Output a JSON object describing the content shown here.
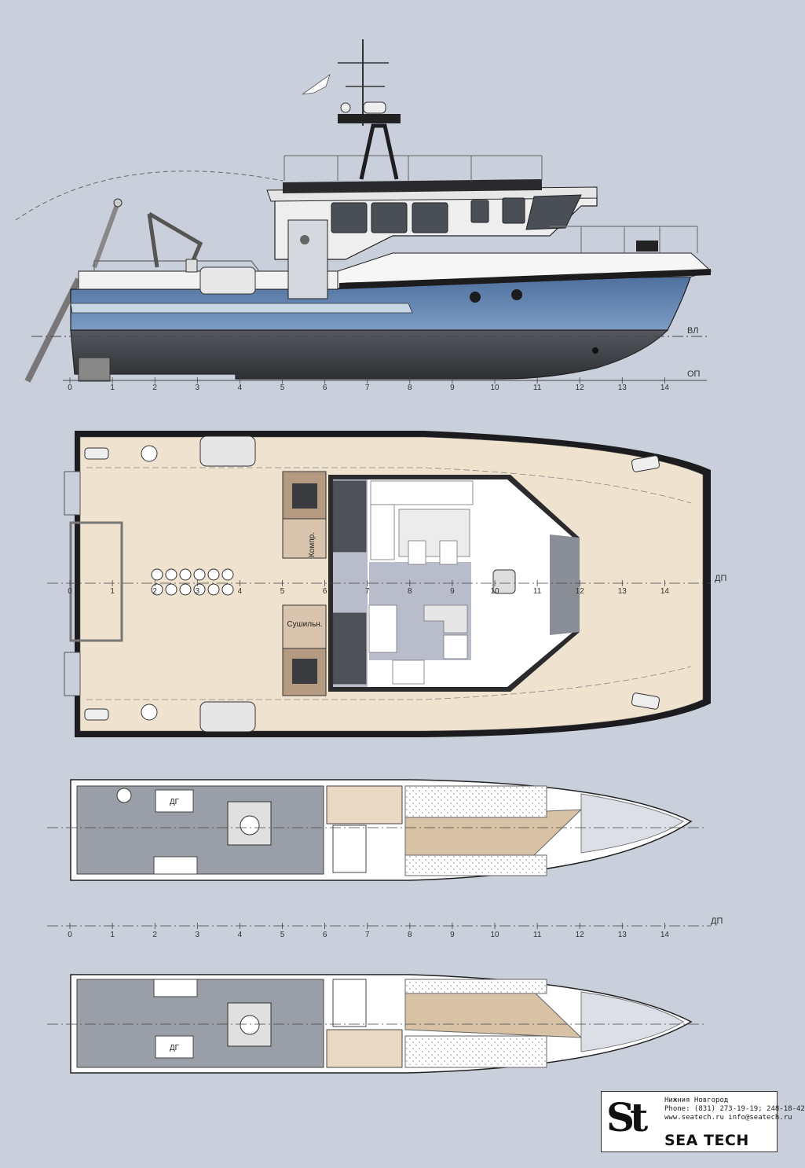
{
  "profile": {
    "ticks": [
      "0",
      "1",
      "2",
      "3",
      "4",
      "5",
      "6",
      "7",
      "8",
      "9",
      "10",
      "11",
      "12",
      "13",
      "14"
    ],
    "waterline_label": "ВЛ",
    "baseline_label": "ОП",
    "colors": {
      "hull_blue": "#5b7fae",
      "hull_dark": "#3a3d42",
      "superstructure": "#f1f1f1"
    }
  },
  "main_deck": {
    "ticks": [
      "0",
      "1",
      "2",
      "3",
      "4",
      "5",
      "6",
      "7",
      "8",
      "9",
      "10",
      "11",
      "12",
      "13",
      "14"
    ],
    "centerline_label": "ДП",
    "room_labels": {
      "compressor": "Компр.",
      "dryer": "Сушильн."
    },
    "colors": {
      "deck": "#efe2cf",
      "interior": "#b9bccb",
      "cabin": "#ffffff"
    }
  },
  "lower_deck": {
    "ticks": [
      "0",
      "1",
      "2",
      "3",
      "4",
      "5",
      "6",
      "7",
      "8",
      "9",
      "10",
      "11",
      "12",
      "13",
      "14"
    ],
    "centerline_label": "ДП",
    "generator_label": "ДГ",
    "colors": {
      "engine_room": "#9a9ea6",
      "cabins": "#e9d9c3"
    }
  },
  "logo": {
    "mark": "St",
    "city": "Нижния Новгород",
    "phone": "Phone: (831) 273-19-19; 248-18-42",
    "web": "www.seatech.ru  info@seatech.ru",
    "name": "SEA TECH"
  }
}
